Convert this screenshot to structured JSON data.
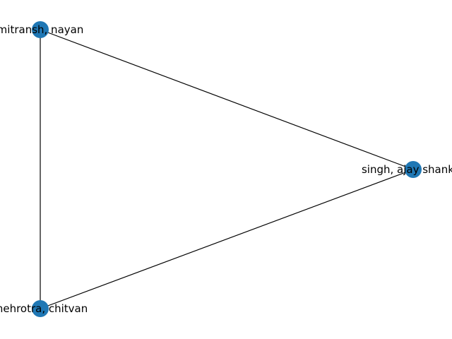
{
  "graph": {
    "node_color": "#1f77b4",
    "edge_color": "#000000",
    "nodes": [
      {
        "id": "n1",
        "label": "mitransh, nayan"
      },
      {
        "id": "n2",
        "label": "singh, ajay shankar"
      },
      {
        "id": "n3",
        "label": "mehrotra, chitvan"
      }
    ],
    "edges": [
      {
        "source": "n1",
        "target": "n2"
      },
      {
        "source": "n1",
        "target": "n3"
      },
      {
        "source": "n2",
        "target": "n3"
      }
    ]
  }
}
